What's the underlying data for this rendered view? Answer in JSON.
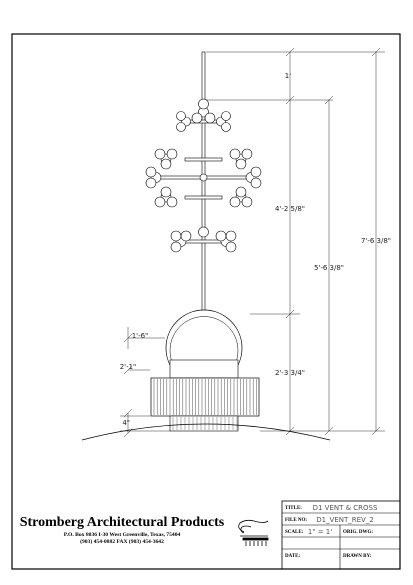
{
  "dimensions": {
    "top_spike": "1'",
    "cross_height": "4'-2 5/8\"",
    "cross_to_ball": "5'-6 3/8\"",
    "overall": "7'-6 3/8\"",
    "ball_diameter": "1'-6\"",
    "ball_lower": "2'-3 3/4\"",
    "base_width": "2'-1\"",
    "base_depth": "4\""
  },
  "company": {
    "name": "Stromberg Architectural Products",
    "address_line": "P.O. Box 8036     I-30 West     Greenville, Texas, 75404",
    "phone_line": "(903) 454-0882     FAX (903) 454-3642"
  },
  "title_block": {
    "title_label": "TITLE:",
    "title_value": "D1 VENT & CROSS",
    "file_label": "FILE NO:",
    "file_value": "D1_VENT_REV_2",
    "scale_label": "SCALE:",
    "scale_value": "1\" = 1'",
    "orig_label": "ORIG. DWG:",
    "orig_value": "",
    "date_label": "DATE:",
    "date_value": "",
    "drawn_label": "DRAWN BY:",
    "drawn_value": ""
  }
}
